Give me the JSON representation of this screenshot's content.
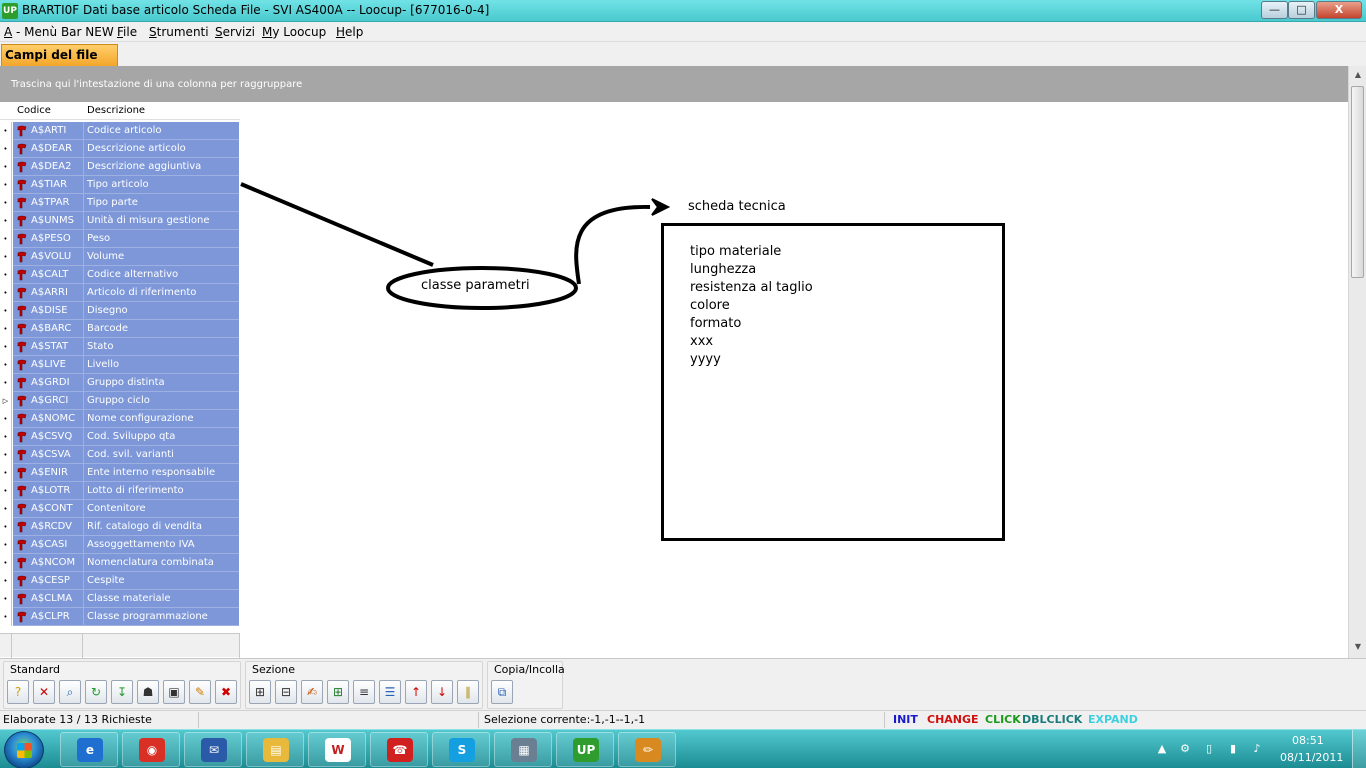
{
  "window": {
    "app_icon": "UP",
    "title": "BRARTI0F Dati base articolo Scheda File - SVI AS400A -- Loocup- [677016-0-4]",
    "minimize_glyph": "—",
    "maximize_glyph": "□",
    "close_glyph": "X"
  },
  "menu": {
    "items": [
      {
        "accel": "A",
        "rest": " - Menù Bar NEW"
      },
      {
        "accel": "F",
        "rest": "ile"
      },
      {
        "accel": "S",
        "rest": "trumenti"
      },
      {
        "accel": "S",
        "rest": "ervizi"
      },
      {
        "accel": "M",
        "rest": "y Loocup"
      },
      {
        "accel": "H",
        "rest": "elp"
      }
    ]
  },
  "tab": {
    "label": "Campi del file"
  },
  "groupby": {
    "text": "Trascina qui l'intestazione di una colonna per raggruppare"
  },
  "grid": {
    "headers": {
      "codice": "Codice",
      "descrizione": "Descrizione"
    },
    "current_row_marker": "▷",
    "row_marker": "•",
    "current_row": 15,
    "rows": [
      {
        "code": "A$ARTI",
        "desc": "Codice articolo"
      },
      {
        "code": "A$DEAR",
        "desc": "Descrizione articolo"
      },
      {
        "code": "A$DEA2",
        "desc": "Descrizione aggiuntiva"
      },
      {
        "code": "A$TIAR",
        "desc": "Tipo articolo"
      },
      {
        "code": "A$TPAR",
        "desc": "Tipo parte"
      },
      {
        "code": "A$UNMS",
        "desc": "Unità di misura gestione"
      },
      {
        "code": "A$PESO",
        "desc": "Peso"
      },
      {
        "code": "A$VOLU",
        "desc": "Volume"
      },
      {
        "code": "A$CALT",
        "desc": "Codice alternativo"
      },
      {
        "code": "A$ARRI",
        "desc": "Articolo di riferimento"
      },
      {
        "code": "A$DISE",
        "desc": "Disegno"
      },
      {
        "code": "A$BARC",
        "desc": "Barcode"
      },
      {
        "code": "A$STAT",
        "desc": "Stato"
      },
      {
        "code": "A$LIVE",
        "desc": "Livello"
      },
      {
        "code": "A$GRDI",
        "desc": "Gruppo distinta"
      },
      {
        "code": "A$GRCI",
        "desc": "Gruppo ciclo"
      },
      {
        "code": "A$NOMC",
        "desc": "Nome configurazione"
      },
      {
        "code": "A$CSVQ",
        "desc": "Cod. Sviluppo qta"
      },
      {
        "code": "A$CSVA",
        "desc": "Cod. svil. varianti"
      },
      {
        "code": "A$ENIR",
        "desc": "Ente interno responsabile"
      },
      {
        "code": "A$LOTR",
        "desc": "Lotto di riferimento"
      },
      {
        "code": "A$CONT",
        "desc": "Contenitore"
      },
      {
        "code": "A$RCDV",
        "desc": "Rif. catalogo di vendita"
      },
      {
        "code": "A$CASI",
        "desc": "Assoggettamento IVA"
      },
      {
        "code": "A$NCOM",
        "desc": "Nomenclatura combinata"
      },
      {
        "code": "A$CESP",
        "desc": "Cespite"
      },
      {
        "code": "A$CLMA",
        "desc": "Classe materiale"
      },
      {
        "code": "A$CLPR",
        "desc": "Classe programmazione"
      }
    ]
  },
  "annotation": {
    "oval_label": "classe parametri",
    "arrow_label": "scheda tecnica",
    "box_items": [
      "tipo materiale",
      "lunghezza",
      "resistenza al taglio",
      "colore",
      "formato",
      "xxx",
      "yyyy"
    ]
  },
  "toolbar": {
    "groups": [
      {
        "label": "Standard",
        "buttons": [
          {
            "name": "help-icon",
            "glyph": "?",
            "color": "#c9a400"
          },
          {
            "name": "delete-icon",
            "glyph": "✕",
            "color": "#cc0000"
          },
          {
            "name": "find-icon",
            "glyph": "⌕",
            "color": "#2a64b8"
          },
          {
            "name": "refresh-icon",
            "glyph": "↻",
            "color": "#1f9a2b"
          },
          {
            "name": "download-icon",
            "glyph": "↧",
            "color": "#1f9a2b"
          },
          {
            "name": "cart-icon",
            "glyph": "☗",
            "color": "#333333"
          },
          {
            "name": "export-icon",
            "glyph": "▣",
            "color": "#333333"
          },
          {
            "name": "tools-icon",
            "glyph": "✎",
            "color": "#d07a00"
          },
          {
            "name": "stop-icon",
            "glyph": "✖",
            "color": "#d00000"
          }
        ]
      },
      {
        "label": "Sezione",
        "buttons": [
          {
            "name": "tree-icon",
            "glyph": "⊞",
            "color": "#333333"
          },
          {
            "name": "section-icon",
            "glyph": "⊟",
            "color": "#333333"
          },
          {
            "name": "section-edit-icon",
            "glyph": "✍",
            "color": "#c05000"
          },
          {
            "name": "section-add-icon",
            "glyph": "⊞",
            "color": "#1f7a2b"
          },
          {
            "name": "section-number-icon",
            "glyph": "≡",
            "color": "#333333"
          },
          {
            "name": "section-list-icon",
            "glyph": "☰",
            "color": "#2a64b8"
          },
          {
            "name": "arrow-up-icon",
            "glyph": "↑",
            "color": "#d00000"
          },
          {
            "name": "arrow-down-icon",
            "glyph": "↓",
            "color": "#d00000"
          },
          {
            "name": "columns-icon",
            "glyph": "∥",
            "color": "#b08a00"
          }
        ]
      },
      {
        "label": "Copia/Incolla",
        "buttons": [
          {
            "name": "copy-icon",
            "glyph": "⧉",
            "color": "#2a64b8"
          }
        ]
      }
    ]
  },
  "status": {
    "left": "Elaborate 13 / 13 Richieste",
    "mid": "Selezione corrente:-1,-1--1,-1",
    "flags": [
      {
        "label": "INIT",
        "color": "#1a1acc"
      },
      {
        "label": "CHANGE",
        "color": "#d01010"
      },
      {
        "label": "CLICK",
        "color": "#1a9a1a"
      },
      {
        "label": "DBLCLICK",
        "color": "#1a7a7a"
      },
      {
        "label": "EXPAND",
        "color": "#3fd0e0"
      }
    ]
  },
  "taskbar": {
    "apps": [
      {
        "name": "internet-explorer-icon",
        "glyph": "e",
        "bg": "#1f6fd0"
      },
      {
        "name": "chrome-icon",
        "glyph": "◉",
        "bg": "#d93025"
      },
      {
        "name": "thunderbird-icon",
        "glyph": "✉",
        "bg": "#2a5aa8"
      },
      {
        "name": "explorer-folder-icon",
        "glyph": "▤",
        "bg": "#e8b93a"
      },
      {
        "name": "word-processor-icon",
        "glyph": "W",
        "bg": "#ffffff"
      },
      {
        "name": "phone-app-icon",
        "glyph": "☎",
        "bg": "#d02020"
      },
      {
        "name": "skype-icon",
        "glyph": "S",
        "bg": "#14a0e0"
      },
      {
        "name": "window-app-icon",
        "glyph": "▦",
        "bg": "#6a7f92"
      },
      {
        "name": "loocup-icon",
        "glyph": "UP",
        "bg": "#2e9d2e"
      },
      {
        "name": "paint-icon",
        "glyph": "✏",
        "bg": "#d88a20"
      }
    ],
    "time": "08:51",
    "date": "08/11/2011"
  }
}
